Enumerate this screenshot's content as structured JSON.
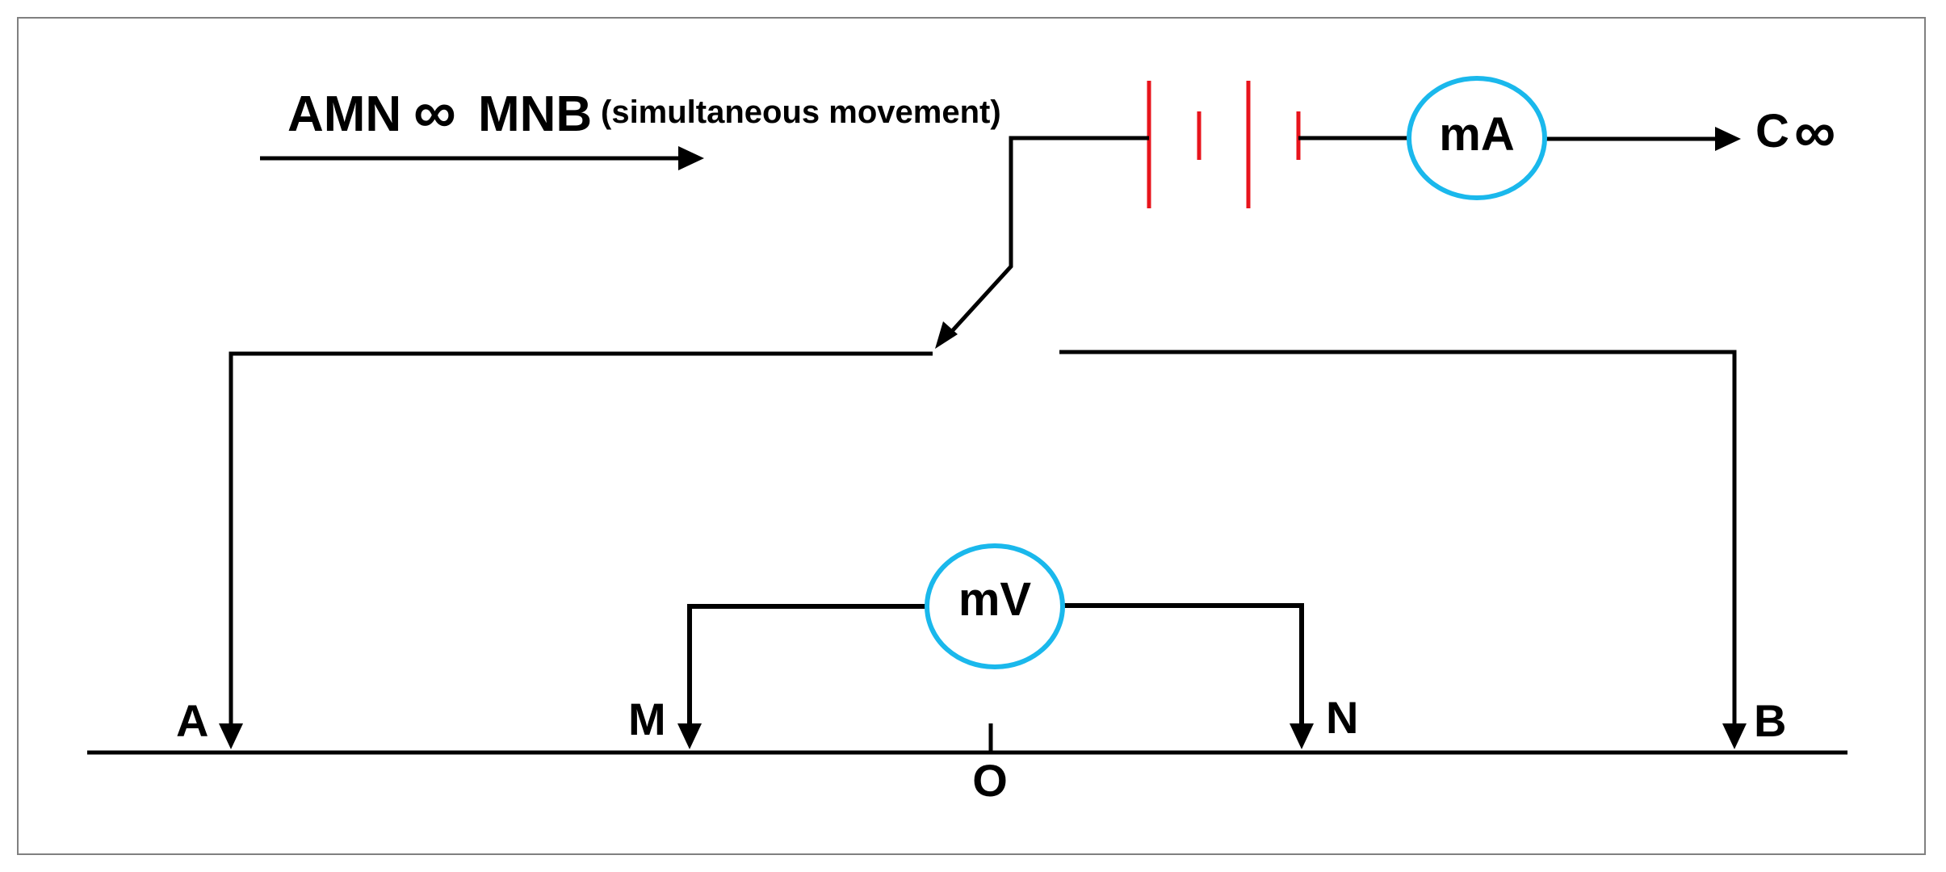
{
  "heading": {
    "method": "AMN",
    "infinity": "∞",
    "method_rest": "MNB",
    "note": "(simultaneous movement)"
  },
  "meters": {
    "current": "mA",
    "voltage": "mV"
  },
  "remote": {
    "label": "C",
    "infinity": "∞"
  },
  "electrodes": {
    "a": "A",
    "m": "M",
    "o": "O",
    "n": "N",
    "b": "B"
  },
  "colors": {
    "battery": "#e8141c",
    "meter_ring": "#1ab8ec",
    "wire": "#000000",
    "frame": "#808080"
  }
}
